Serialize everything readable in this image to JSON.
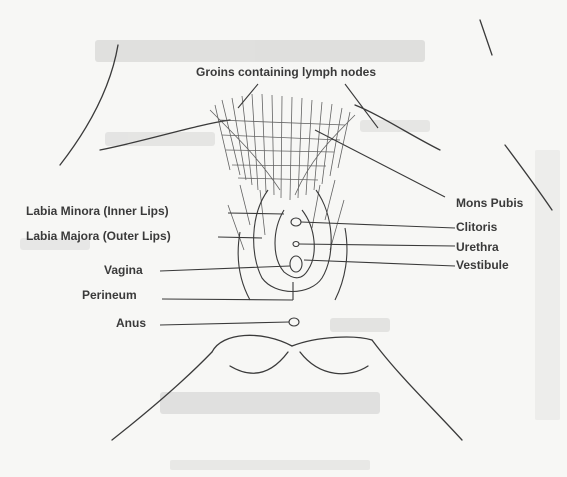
{
  "diagram": {
    "labels": {
      "groins": "Groins containing lymph nodes",
      "mons_pubis": "Mons Pubis",
      "clitoris": "Clitoris",
      "urethra": "Urethra",
      "vestibule": "Vestibule",
      "labia_minora": "Labia Minora (Inner Lips)",
      "labia_majora": "Labia Majora (Outer Lips)",
      "vagina": "Vagina",
      "perineum": "Perineum",
      "anus": "Anus"
    },
    "colors": {
      "background": "#f7f7f5",
      "ink": "#3a3a3a",
      "light_ink": "#8c8c8c"
    }
  }
}
